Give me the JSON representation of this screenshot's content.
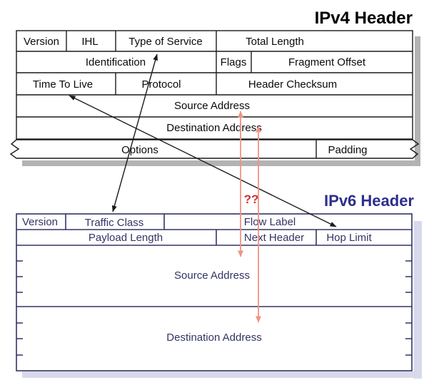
{
  "titles": {
    "ipv4": "IPv4 Header",
    "ipv6": "IPv6 Header"
  },
  "annotations": {
    "question_marks": "??"
  },
  "ipv4": {
    "version": "Version",
    "ihl": "IHL",
    "type_of_service": "Type of Service",
    "total_length": "Total Length",
    "identification": "Identification",
    "flags": "Flags",
    "fragment_offset": "Fragment Offset",
    "time_to_live": "Time To Live",
    "protocol": "Protocol",
    "header_checksum": "Header Checksum",
    "source_address": "Source Address",
    "destination_address": "Destination Address",
    "options": "Options",
    "padding": "Padding"
  },
  "ipv6": {
    "version": "Version",
    "traffic_class": "Traffic Class",
    "flow_label": "Flow Label",
    "payload_length": "Payload Length",
    "next_header": "Next Header",
    "hop_limit": "Hop Limit",
    "source_address": "Source Address",
    "destination_address": "Destination Address"
  },
  "arrows": [
    {
      "from": "ipv4.type_of_service",
      "to": "ipv6.traffic_class",
      "style": "black-double-headed"
    },
    {
      "from": "ipv4.time_to_live",
      "to": "ipv6.hop_limit",
      "style": "black-double-headed"
    },
    {
      "from": "ipv4.source_address",
      "to": "ipv6.source_address",
      "style": "salmon-double-headed"
    },
    {
      "from": "ipv4.destination_address",
      "to": "ipv6.destination_address",
      "style": "salmon-double-headed",
      "note": "??"
    }
  ],
  "colors": {
    "ipv4_text": "#0a0a0a",
    "ipv4_border": "#1a1a1a",
    "ipv4_shadow": "#b3b3b3",
    "ipv6_text": "#333366",
    "ipv6_border": "#333366",
    "ipv6_title": "#2e2e8c",
    "ipv6_shadow": "#d9d9ec",
    "salmon_arrow": "#f29382",
    "question_red": "#cc3333"
  }
}
